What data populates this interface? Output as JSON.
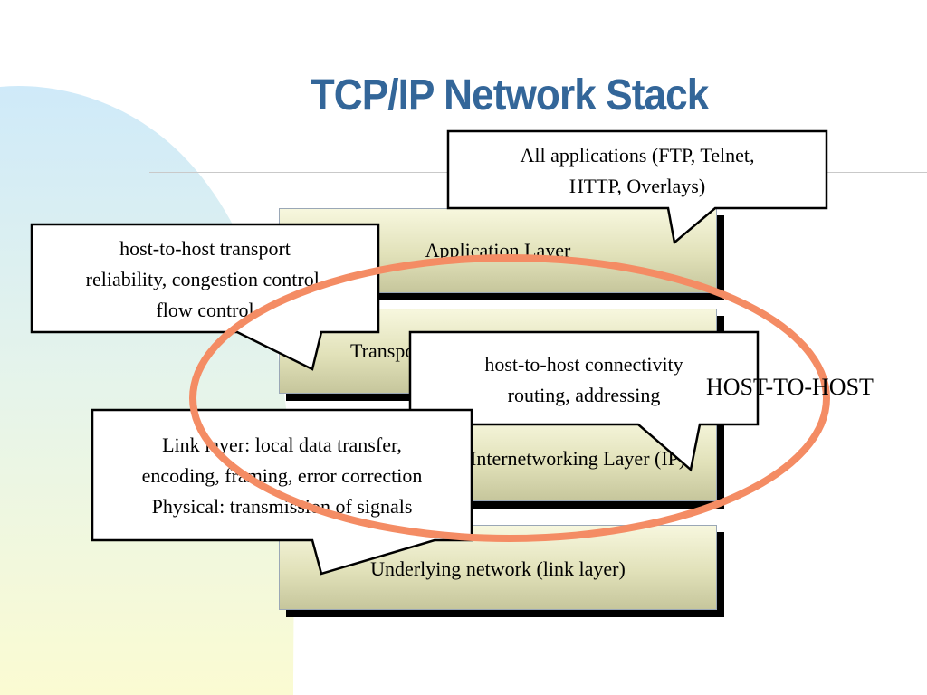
{
  "title": "TCP/IP Network Stack",
  "layers": {
    "application": "Application Layer",
    "transport": "Transport Layer",
    "internetworking": "Internetworking Layer (IP)",
    "link": "Underlying network (link layer)"
  },
  "callouts": {
    "applications": [
      "All applications (FTP, Telnet,",
      "HTTP,  Overlays)"
    ],
    "transport": [
      "host-to-host transport",
      "reliability, congestion control,",
      "flow control"
    ],
    "network": [
      "host-to-host connectivity",
      "routing, addressing"
    ],
    "link": [
      "Link layer: local data transfer,",
      "encoding, framing, error correction",
      "Physical: transmission of signals"
    ]
  },
  "host_label": "HOST-TO-HOST",
  "colors": {
    "title": "#336699",
    "ellipse": "#f48c64",
    "layer_fill": "#e1e1b9",
    "background_blob_top": "#cfeaf9",
    "background_blob_bottom": "#fbfbd2"
  }
}
